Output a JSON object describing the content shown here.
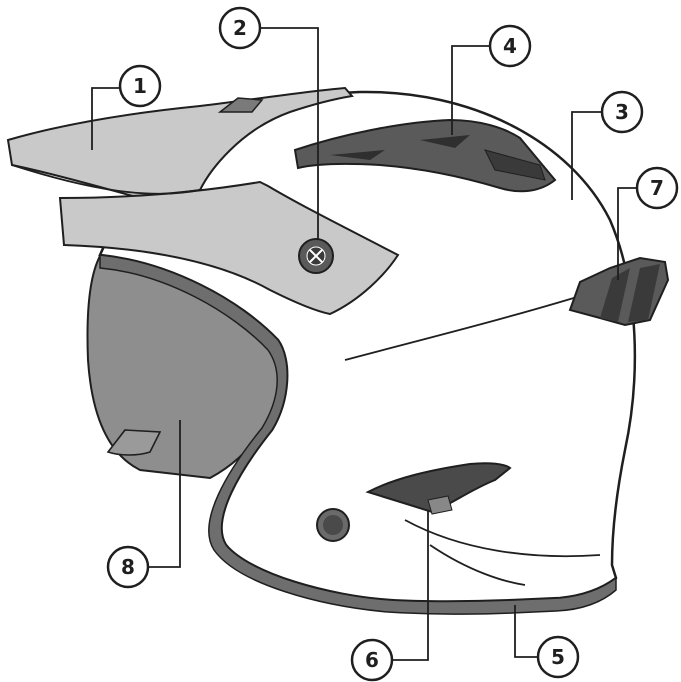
{
  "colors": {
    "shell": "#ffffff",
    "outline": "#1f1f1f",
    "visor": "#c9c9c9",
    "shield": "#8e8e8e",
    "trim": "#6e6e6e",
    "vent": "#4a4a4a"
  },
  "callouts": [
    {
      "id": "1",
      "label": "1",
      "part": "peak-visor"
    },
    {
      "id": "2",
      "label": "2",
      "part": "peak-screw"
    },
    {
      "id": "3",
      "label": "3",
      "part": "shell"
    },
    {
      "id": "4",
      "label": "4",
      "part": "top-vent"
    },
    {
      "id": "5",
      "label": "5",
      "part": "rubber-edge-trim"
    },
    {
      "id": "6",
      "label": "6",
      "part": "side-vent"
    },
    {
      "id": "7",
      "label": "7",
      "part": "rear-exhaust-vent"
    },
    {
      "id": "8",
      "label": "8",
      "part": "inner-sun-visor"
    }
  ]
}
